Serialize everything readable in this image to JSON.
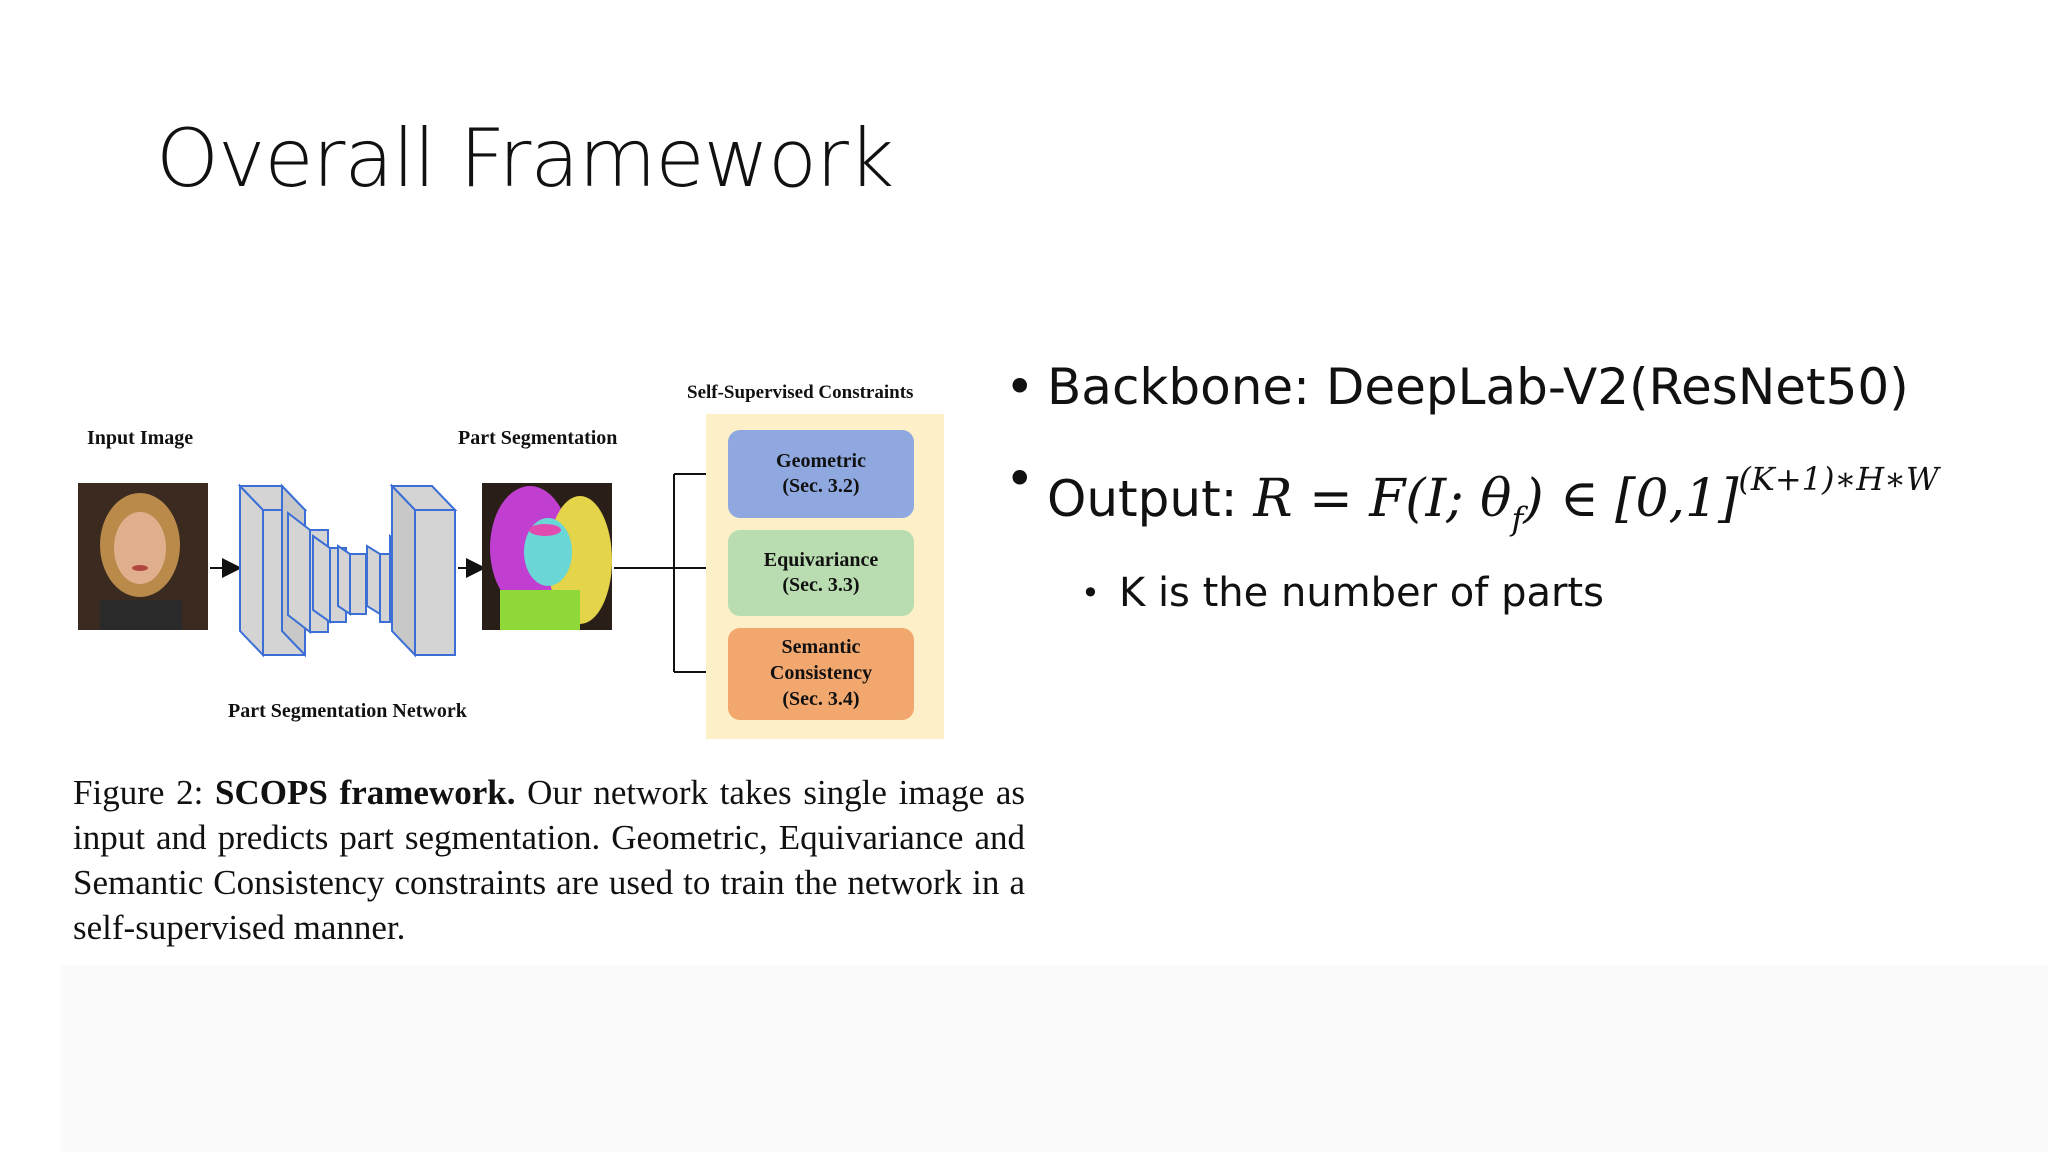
{
  "title": "Overall Framework",
  "figure": {
    "input_image_label": "Input Image",
    "part_segmentation_label": "Part Segmentation",
    "network_label": "Part Segmentation Network",
    "constraints_label": "Self-Supervised Constraints",
    "box_geometric_line1": "Geometric",
    "box_geometric_line2": "(Sec. 3.2)",
    "box_equivariance_line1": "Equivariance",
    "box_equivariance_line2": "(Sec. 3.3)",
    "box_semantic_line1": "Semantic",
    "box_semantic_line2": "Consistency",
    "box_semantic_line3": "(Sec. 3.4)",
    "colors": {
      "geometric": "#8fa8e0",
      "equivariance": "#b9ddb0",
      "semantic": "#f2a76e",
      "constraints_bg": "#fdf0c8",
      "network_block_fill": "#d4d4d4",
      "network_block_stroke": "#3b6fd6"
    }
  },
  "caption": {
    "prefix": "Figure 2: ",
    "bold": "SCOPS framework.",
    "rest": " Our network takes single image as input and predicts part segmentation. Geometric, Equivariance and Semantic Consistency constraints are used to train the network in a self-supervised manner."
  },
  "bullets": {
    "backbone": "Backbone: DeepLab-V2(ResNet50)",
    "output_prefix": "Output: ",
    "output_formula_main": "R = F(I; θ",
    "output_formula_sub": "f",
    "output_formula_tail": ") ∈ [0,1]",
    "output_formula_sup": "(K+1)∗H∗W",
    "sub_k": "K is the number of parts"
  }
}
